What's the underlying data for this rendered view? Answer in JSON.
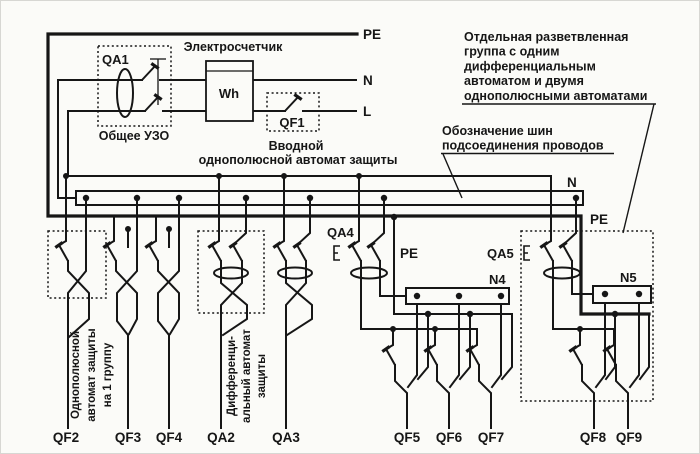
{
  "supply": {
    "pe": "PE",
    "n": "N",
    "l": "L"
  },
  "rcd_main": {
    "label": "QA1",
    "caption": "Общее УЗО"
  },
  "meter": {
    "caption": "Электросчетчик",
    "display": "Wh"
  },
  "input_breaker": {
    "label": "QF1",
    "caption_line1": "Вводной",
    "caption_line2": "однополюсной автомат защиты"
  },
  "notes": {
    "branch_group": {
      "lines": [
        "Отдельная разветвленная",
        "группа с одним",
        "дифференциальным",
        "автоматом и двумя",
        "однополюсными автоматами"
      ]
    },
    "bus_designation": {
      "lines": [
        "Обозначение шин",
        "подсоединения проводов"
      ]
    }
  },
  "buses": {
    "n": "N",
    "pe_mid": "PE",
    "pe_branch": "PE",
    "n4": "N4",
    "n5": "N5"
  },
  "devices": {
    "qa4": "QA4",
    "qa5": "QA5"
  },
  "outgoing": {
    "qf2": "QF2",
    "qf3": "QF3",
    "qf4": "QF4",
    "qa2": "QA2",
    "qa3": "QA3",
    "qf5": "QF5",
    "qf6": "QF6",
    "qf7": "QF7",
    "qf8": "QF8",
    "qf9": "QF9"
  },
  "captions": {
    "single_pole": {
      "lines": [
        "Однополюсной",
        "автомат защиты",
        "на 1 группу"
      ]
    },
    "differential": {
      "lines": [
        "Дифференци-",
        "альный автомат",
        "защиты"
      ]
    }
  },
  "colors": {
    "ink": "#161616",
    "background": "#fbfbf8"
  }
}
